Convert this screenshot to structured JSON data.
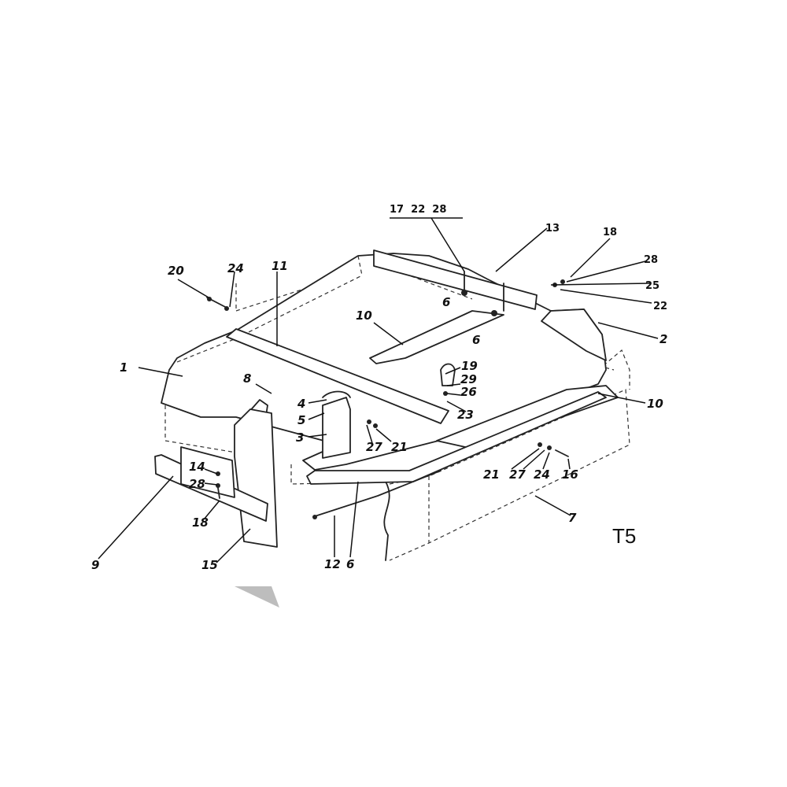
{
  "diagram": {
    "code": "T5",
    "header_callouts": "17  22  28",
    "callouts": [
      {
        "id": "1",
        "text": "1"
      },
      {
        "id": "2",
        "text": "2"
      },
      {
        "id": "3",
        "text": "3"
      },
      {
        "id": "4",
        "text": "4"
      },
      {
        "id": "5",
        "text": "5"
      },
      {
        "id": "6a",
        "text": "6"
      },
      {
        "id": "6b",
        "text": "6"
      },
      {
        "id": "6c",
        "text": "6"
      },
      {
        "id": "7",
        "text": "7"
      },
      {
        "id": "8",
        "text": "8"
      },
      {
        "id": "9",
        "text": "9"
      },
      {
        "id": "10a",
        "text": "10"
      },
      {
        "id": "10b",
        "text": "10"
      },
      {
        "id": "11",
        "text": "11"
      },
      {
        "id": "12",
        "text": "12"
      },
      {
        "id": "13",
        "text": "13"
      },
      {
        "id": "14",
        "text": "14"
      },
      {
        "id": "15",
        "text": "15"
      },
      {
        "id": "16",
        "text": "16"
      },
      {
        "id": "18a",
        "text": "18"
      },
      {
        "id": "18b",
        "text": "18"
      },
      {
        "id": "19",
        "text": "19"
      },
      {
        "id": "20",
        "text": "20"
      },
      {
        "id": "21a",
        "text": "21"
      },
      {
        "id": "21b",
        "text": "21"
      },
      {
        "id": "22",
        "text": "22"
      },
      {
        "id": "23",
        "text": "23"
      },
      {
        "id": "24a",
        "text": "24"
      },
      {
        "id": "24b",
        "text": "24"
      },
      {
        "id": "25",
        "text": "25"
      },
      {
        "id": "26",
        "text": "26"
      },
      {
        "id": "27a",
        "text": "27"
      },
      {
        "id": "27b",
        "text": "27"
      },
      {
        "id": "28a",
        "text": "28"
      },
      {
        "id": "28b",
        "text": "28"
      },
      {
        "id": "29",
        "text": "29"
      }
    ]
  }
}
